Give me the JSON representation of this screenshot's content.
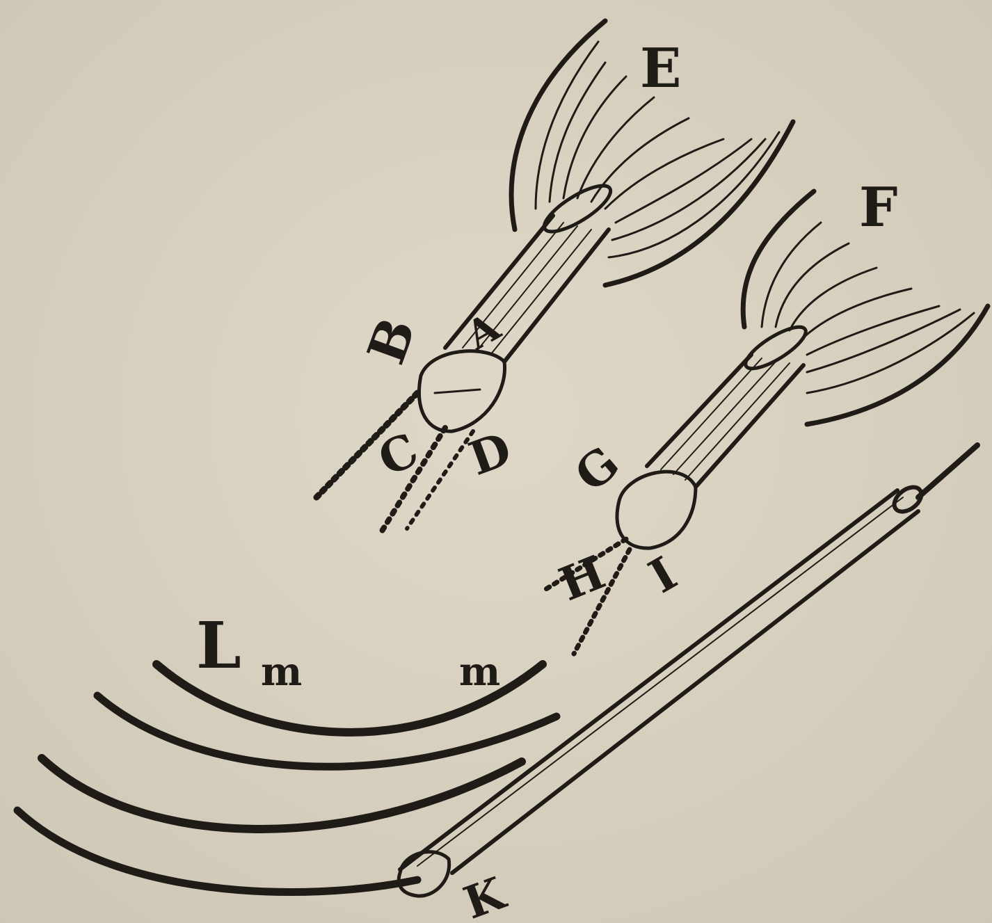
{
  "figure": {
    "labels": {
      "E": "E",
      "F": "F",
      "A": "A",
      "B": "B",
      "C": "C",
      "D": "D",
      "G": "G",
      "H": "H",
      "I": "I",
      "K": "K",
      "L": "L",
      "m_left": "m",
      "m_right": "m"
    }
  },
  "colors": {
    "paper": "#d8d1c1",
    "ink": "#1f1b17"
  }
}
